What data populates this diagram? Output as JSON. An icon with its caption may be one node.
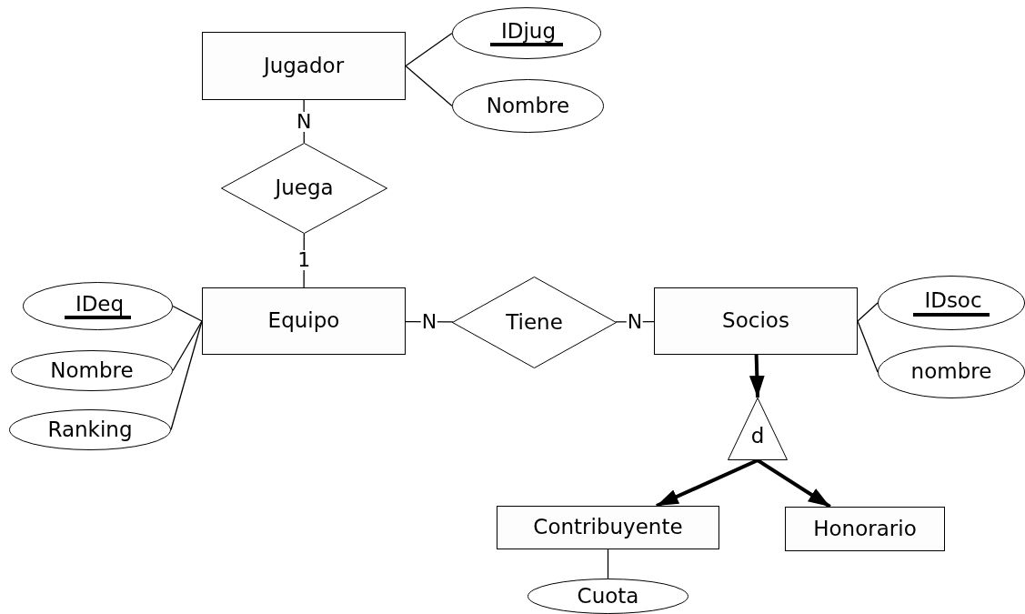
{
  "diagram": {
    "nodes": [
      {
        "text": [
          "Jugador"
        ]
      },
      {
        "text": [
          "IDjug"
        ]
      },
      {
        "text": [
          "Nombre"
        ]
      },
      {
        "text": [
          "Juega"
        ]
      },
      {
        "text": [
          "Equipo"
        ]
      },
      {
        "text": [
          "IDeq"
        ]
      },
      {
        "text": [
          "Nombre"
        ]
      },
      {
        "text": [
          "Ranking"
        ]
      },
      {
        "text": [
          "Tiene"
        ]
      },
      {
        "text": [
          "Socios"
        ]
      },
      {
        "text": [
          "IDsoc"
        ]
      },
      {
        "text": [
          "nombre"
        ]
      },
      {
        "text": [
          "d"
        ]
      },
      {
        "text": [
          "Contribuyente"
        ]
      },
      {
        "text": [
          "Honorario"
        ]
      },
      {
        "text": [
          "Cuota"
        ]
      }
    ],
    "edges": [
      {
        "from": 0,
        "to": 1,
        "arrow": "none"
      },
      {
        "from": 0,
        "to": 2,
        "arrow": "none"
      },
      {
        "from": 0,
        "to": 3,
        "arrow": "none",
        "label": "N"
      },
      {
        "from": 3,
        "to": 4,
        "arrow": "none",
        "label": "1"
      },
      {
        "from": 4,
        "to": 5,
        "arrow": "none"
      },
      {
        "from": 4,
        "to": 6,
        "arrow": "none"
      },
      {
        "from": 4,
        "to": 7,
        "arrow": "none"
      },
      {
        "from": 4,
        "to": 8,
        "arrow": "none",
        "label": "N"
      },
      {
        "from": 8,
        "to": 9,
        "arrow": "none",
        "label": "N"
      },
      {
        "from": 9,
        "to": 10,
        "arrow": "none"
      },
      {
        "from": 9,
        "to": 11,
        "arrow": "none"
      },
      {
        "from": 9,
        "to": 12,
        "arrow": "to",
        "style": "thick"
      },
      {
        "from": 12,
        "to": 13,
        "arrow": "to",
        "style": "thick"
      },
      {
        "from": 12,
        "to": 14,
        "arrow": "to",
        "style": "thick"
      },
      {
        "from": 13,
        "to": 15,
        "arrow": "none"
      }
    ]
  }
}
